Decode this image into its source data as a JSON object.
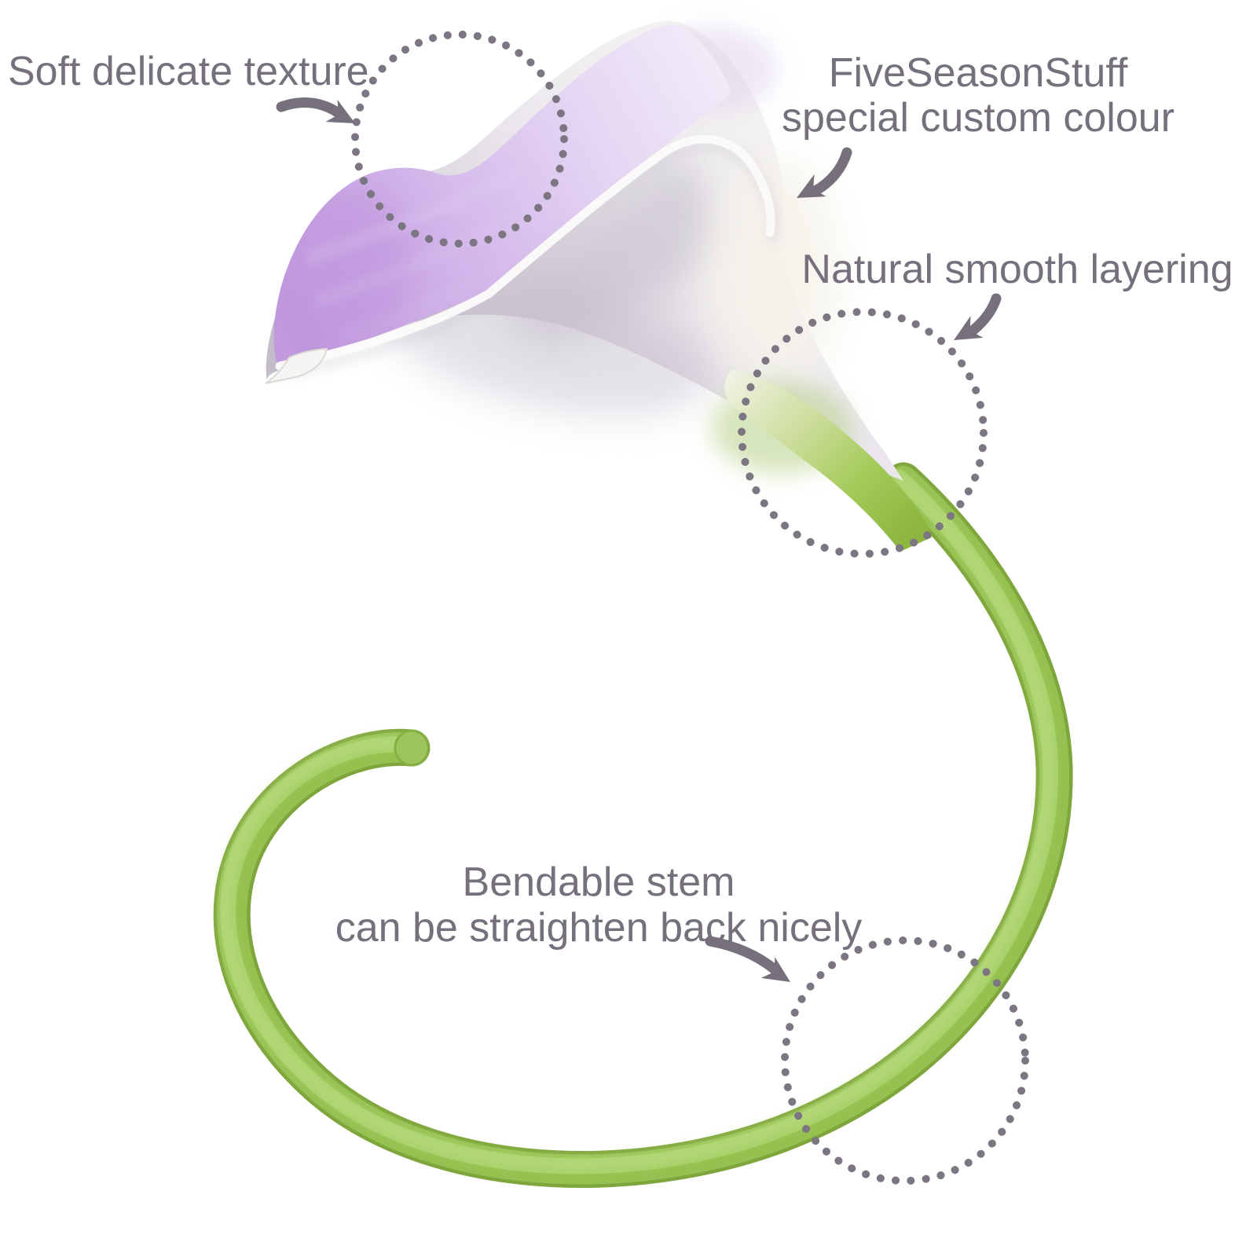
{
  "annotations": {
    "texture": {
      "label": "Soft delicate texture"
    },
    "brand": {
      "line1": "FiveSeasonStuff",
      "line2": "special custom colour"
    },
    "layering": {
      "label": "Natural smooth layering"
    },
    "bendable": {
      "line1": "Bendable stem",
      "line2": "can be straighten back nicely"
    }
  },
  "colors": {
    "text": "#76707d",
    "dots": "#7c7683",
    "arrow": "#76707d",
    "stem_green": "#94c14f",
    "stem_dark": "#7fa63c",
    "stem_light": "#a9d169",
    "stem_sheen": "#c6e494",
    "petal_purple": "#cda9e6",
    "petal_deep": "#c49dde",
    "flower_white": "#f4f2f1",
    "flower_shadow": "#c6c0cc",
    "base_green": "#8cb640",
    "background": "#ffffff"
  }
}
